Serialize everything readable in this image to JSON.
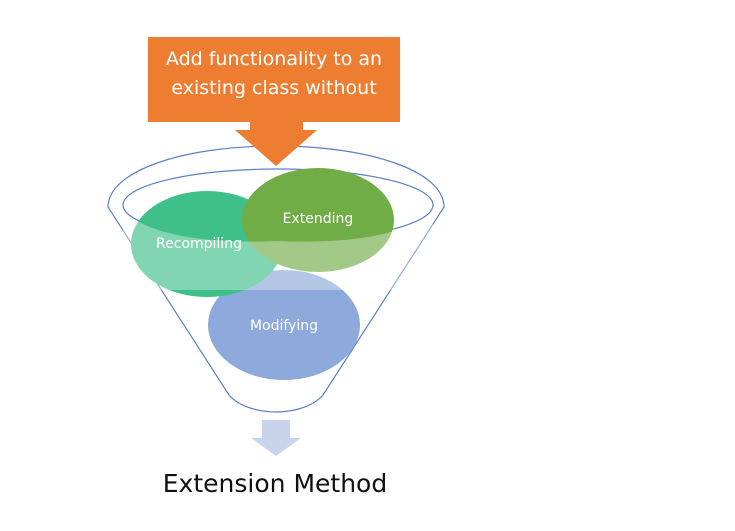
{
  "callout": {
    "line1": "Add functionality to an",
    "line2": "existing class without",
    "color": "#ED7D31"
  },
  "circles": {
    "recompiling": {
      "label": "Recompiling",
      "color": "#3FBF8A"
    },
    "extending": {
      "label": "Extending",
      "color": "#70AD47"
    },
    "modifying": {
      "label": "Modifying",
      "color": "#8EA9DB"
    }
  },
  "funnel": {
    "stroke": "#5B7FC4"
  },
  "output_arrow": {
    "color": "#C9D3EC"
  },
  "caption": "Extension Method"
}
